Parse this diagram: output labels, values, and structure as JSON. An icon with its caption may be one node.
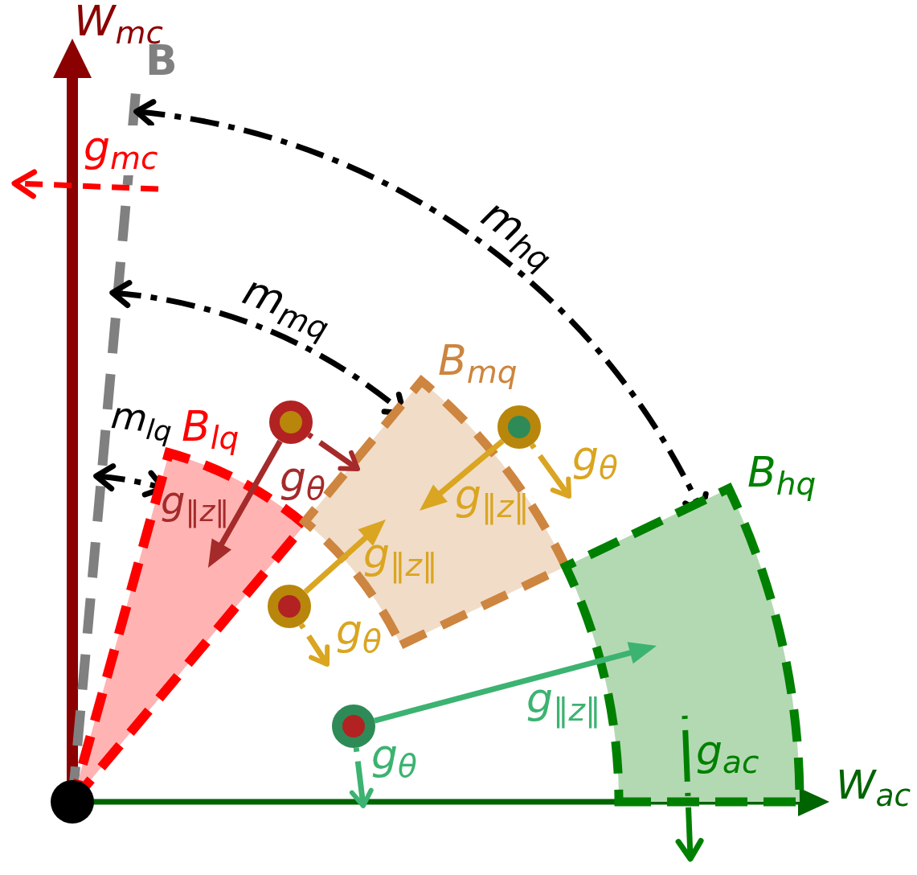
{
  "diagram": {
    "nodes": [
      {
        "text": [
          "B$_{lq}$"
        ]
      },
      {
        "text": [
          "B$_{mq}$"
        ]
      },
      {
        "text": [
          "B$_{hq}$"
        ]
      },
      {
        "text": [],
        "shape": "circle"
      },
      {
        "text": [],
        "shape": "circle"
      },
      {
        "text": [],
        "shape": "circle"
      },
      {
        "text": [],
        "shape": "circle"
      }
    ],
    "edges": [
      {
        "from": 3,
        "to": 0,
        "arrow": "to",
        "label": "g$_{‖z‖}$",
        "color": "#a52a2a"
      },
      {
        "from": 3,
        "to": 1,
        "arrow": "to",
        "label": "g$_{θ}$",
        "style": "dashed",
        "color": "#a52a2a"
      },
      {
        "from": 4,
        "to": 1,
        "arrow": "to",
        "label": "g$_{‖z‖}$"
      },
      {
        "from": 4,
        "to": 1,
        "arrow": "to",
        "label": "g$_{θ}$",
        "style": "dashed"
      },
      {
        "from": 5,
        "to": 1,
        "arrow": "to",
        "label": "g$_{‖z‖}$"
      },
      {
        "from": 5,
        "to": null,
        "arrow": "to",
        "label": "g$_{θ}$",
        "style": "dashed"
      },
      {
        "from": 6,
        "to": 2,
        "arrow": "to",
        "label": "g$_{‖z‖}$",
        "color": "#3cb371"
      },
      {
        "from": 6,
        "to": null,
        "arrow": "to",
        "label": "g$_{θ}$",
        "style": "dashed",
        "color": "#3cb371"
      }
    ],
    "labels": [
      "W$_{mc}$",
      "B",
      "g$_{mc}$",
      "m$_{hq}$",
      "m$_{mq}$",
      "m$_{lq}$",
      "g$_{ac}$",
      "W$_{ac}$"
    ]
  }
}
